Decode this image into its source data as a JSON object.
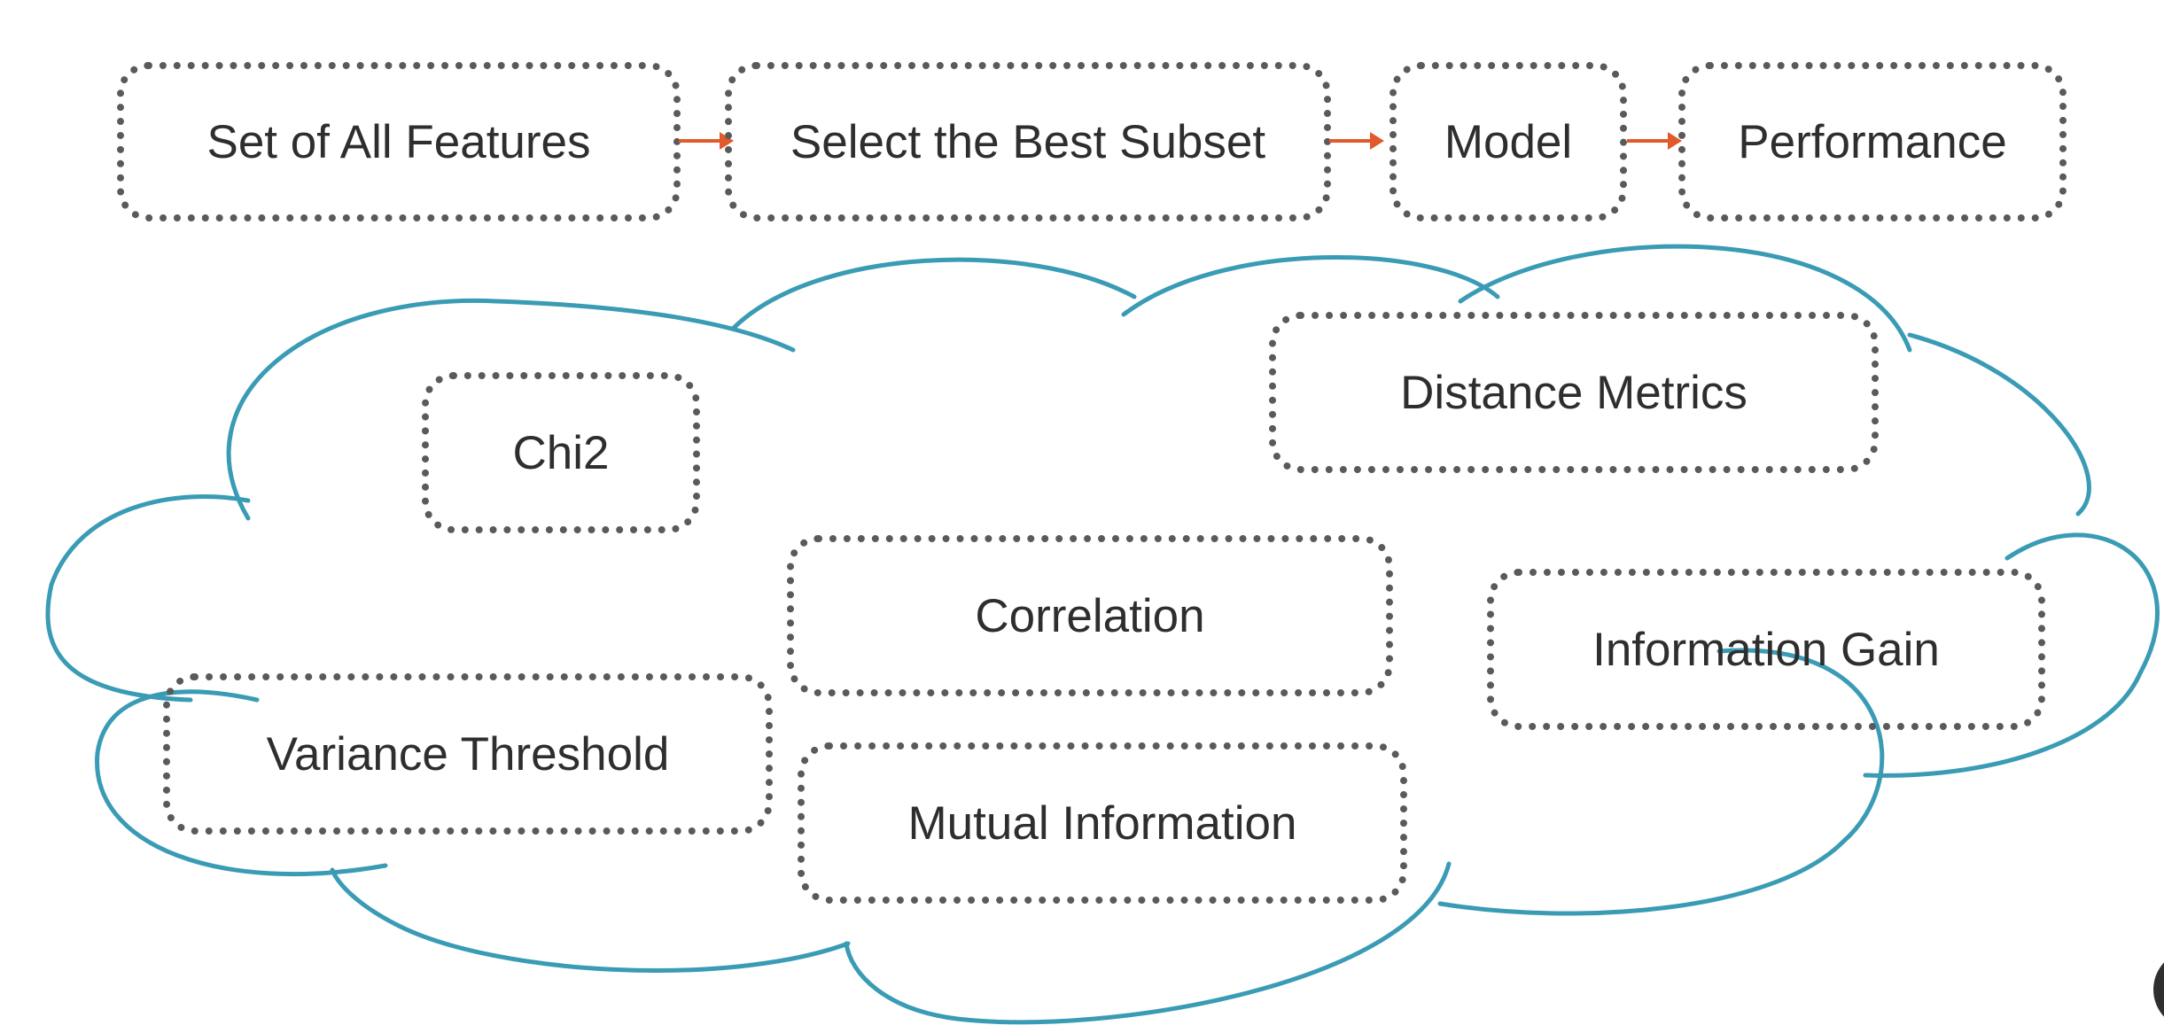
{
  "pipeline": {
    "steps": [
      {
        "label": "Set of All Features"
      },
      {
        "label": "Select the Best Subset"
      },
      {
        "label": "Model"
      },
      {
        "label": "Performance"
      }
    ]
  },
  "methods": [
    {
      "label": "Chi2"
    },
    {
      "label": "Distance Metrics"
    },
    {
      "label": "Correlation"
    },
    {
      "label": "Information Gain"
    },
    {
      "label": "Variance Threshold"
    },
    {
      "label": "Mutual Information"
    }
  ],
  "colors": {
    "cloud_outline": "#3a9bb5",
    "box_border": "#5a5a5a",
    "arrow": "#e05a2b",
    "text": "#2e2e2e"
  }
}
